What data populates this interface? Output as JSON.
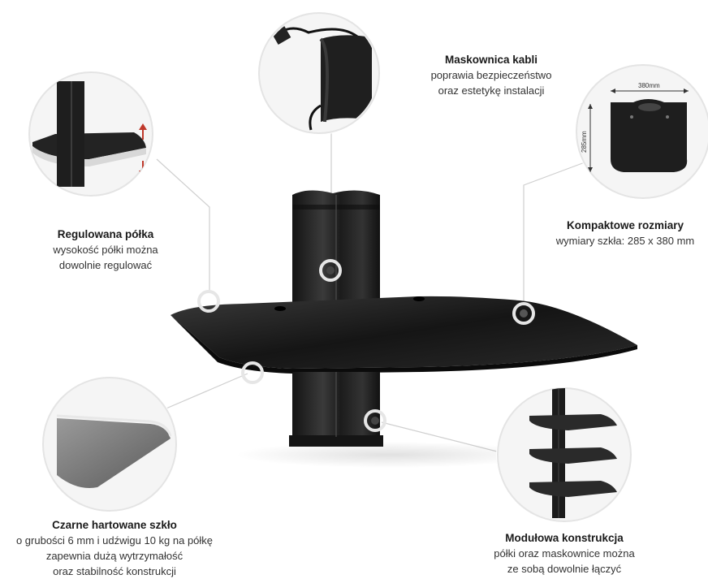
{
  "features": {
    "cable_cover": {
      "title": "Maskownica kabli",
      "lines": [
        "poprawia bezpieczeństwo",
        "oraz estetykę instalacji"
      ]
    },
    "adjustable_shelf": {
      "title": "Regulowana półka",
      "lines": [
        "wysokość półki można",
        "dowolnie regulować"
      ]
    },
    "compact_size": {
      "title": "Kompaktowe rozmiary",
      "lines": [
        "wymiary szkła: 285 x 380 mm"
      ],
      "dim_width": "380mm",
      "dim_height": "285mm"
    },
    "black_glass": {
      "title": "Czarne hartowane szkło",
      "lines": [
        "o grubości 6 mm i udźwigu 10 kg na półkę",
        "zapewnia dużą wytrzymałość",
        "oraz stabilność konstrukcji"
      ]
    },
    "modular": {
      "title": "Modułowa konstrukcja",
      "lines": [
        "półki oraz maskownice można",
        "ze sobą dowolnie łączyć"
      ]
    }
  },
  "colors": {
    "connector_line": "#cfcfcf",
    "hotspot_ring": "#e6e6e6",
    "glass": "#1b1b1b",
    "pole": "#222222"
  }
}
